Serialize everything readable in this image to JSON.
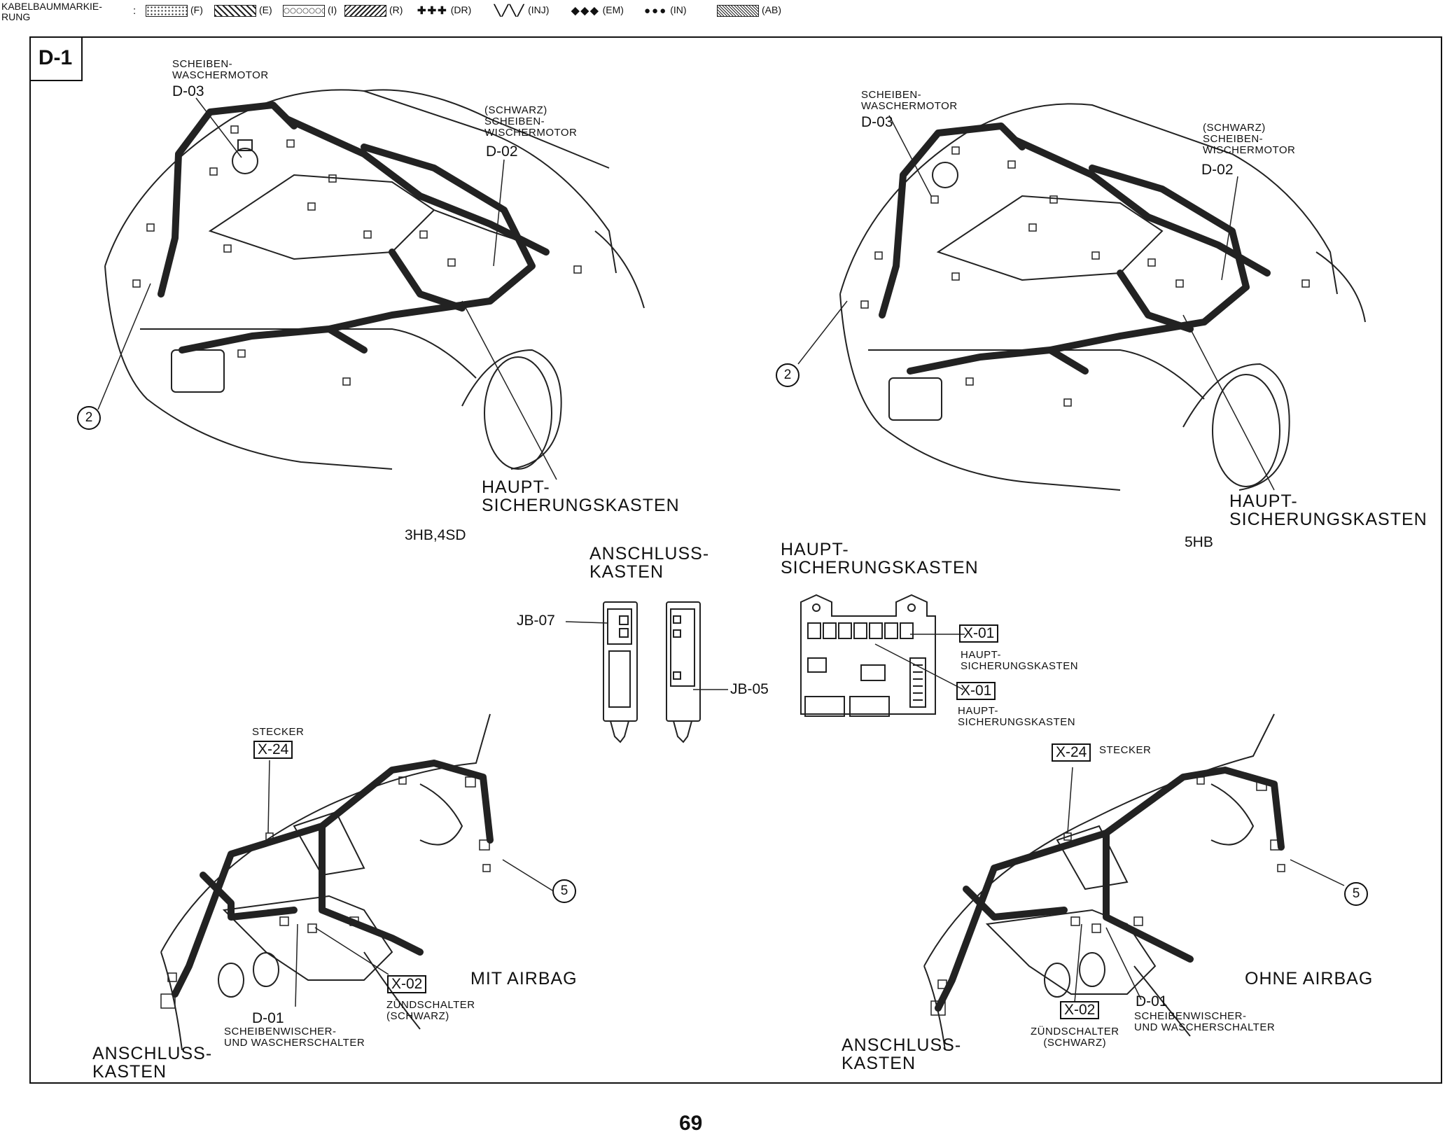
{
  "legend": {
    "title": "KABELBAUMMARKIE-\nRUNG",
    "colon": ":",
    "items": [
      {
        "code": "(F)",
        "icon": "dotted-pattern-swatch"
      },
      {
        "code": "(E)",
        "icon": "zigzag-pattern-swatch"
      },
      {
        "code": "(I)",
        "icon": "circle-chain-swatch"
      },
      {
        "code": "(R)",
        "icon": "hatched-swatch"
      },
      {
        "code": "(DR)",
        "glyph": "✚✚✚"
      },
      {
        "code": "(INJ)",
        "glyph": "╲╱╲╱"
      },
      {
        "code": "(EM)",
        "glyph": "◆◆◆"
      },
      {
        "code": "(IN)",
        "glyph": "●●●"
      },
      {
        "code": "(AB)",
        "icon": "crosshatch-swatch"
      }
    ]
  },
  "section": "D-1",
  "top_left": {
    "washer_motor": "SCHEIBEN-\nWASCHERMOTOR",
    "washer_code": "D-03",
    "wiper_motor": "(SCHWARZ)\nSCHEIBEN-\nWISCHERMOTOR",
    "wiper_code": "D-02",
    "callout": "2",
    "main_fuse": "HAUPT-\nSICHERUNGSKASTEN",
    "variant": "3HB,4SD"
  },
  "top_right": {
    "washer_motor": "SCHEIBEN-\nWASCHERMOTOR",
    "washer_code": "D-03",
    "wiper_motor": "(SCHWARZ)\nSCHEIBEN-\nWISCHERMOTOR",
    "wiper_code": "D-02",
    "callout": "2",
    "main_fuse": "HAUPT-\nSICHERUNGSKASTEN",
    "variant": "5HB"
  },
  "center": {
    "junction_title": "ANSCHLUSS-\nKASTEN",
    "jb07": "JB-07",
    "jb05": "JB-05",
    "fuse_title": "HAUPT-\nSICHERUNGSKASTEN",
    "x01a": "X-01",
    "x01a_desc": "HAUPT-\nSICHERUNGSKASTEN",
    "x01b": "X-01",
    "x01b_desc": "HAUPT-\nSICHERUNGSKASTEN"
  },
  "bottom_left": {
    "stecker": "STECKER",
    "x24": "X-24",
    "callout": "5",
    "mode": "MIT AIRBAG",
    "x02": "X-02",
    "ignition": "ZÜNDSCHALTER\n(SCHWARZ)",
    "d01": "D-01",
    "wiper_switch": "SCHEIBENWISCHER-\nUND WASCHERSCHALTER",
    "junction": "ANSCHLUSS-\nKASTEN"
  },
  "bottom_right": {
    "x24": "X-24",
    "stecker": "STECKER",
    "callout": "5",
    "mode": "OHNE AIRBAG",
    "x02": "X-02",
    "ignition": "ZÜNDSCHALTER\n(SCHWARZ)",
    "d01": "D-01",
    "wiper_switch": "SCHEIBENWISCHER-\nUND WASCHERSCHALTER",
    "junction": "ANSCHLUSS-\nKASTEN"
  },
  "page_number": "69"
}
